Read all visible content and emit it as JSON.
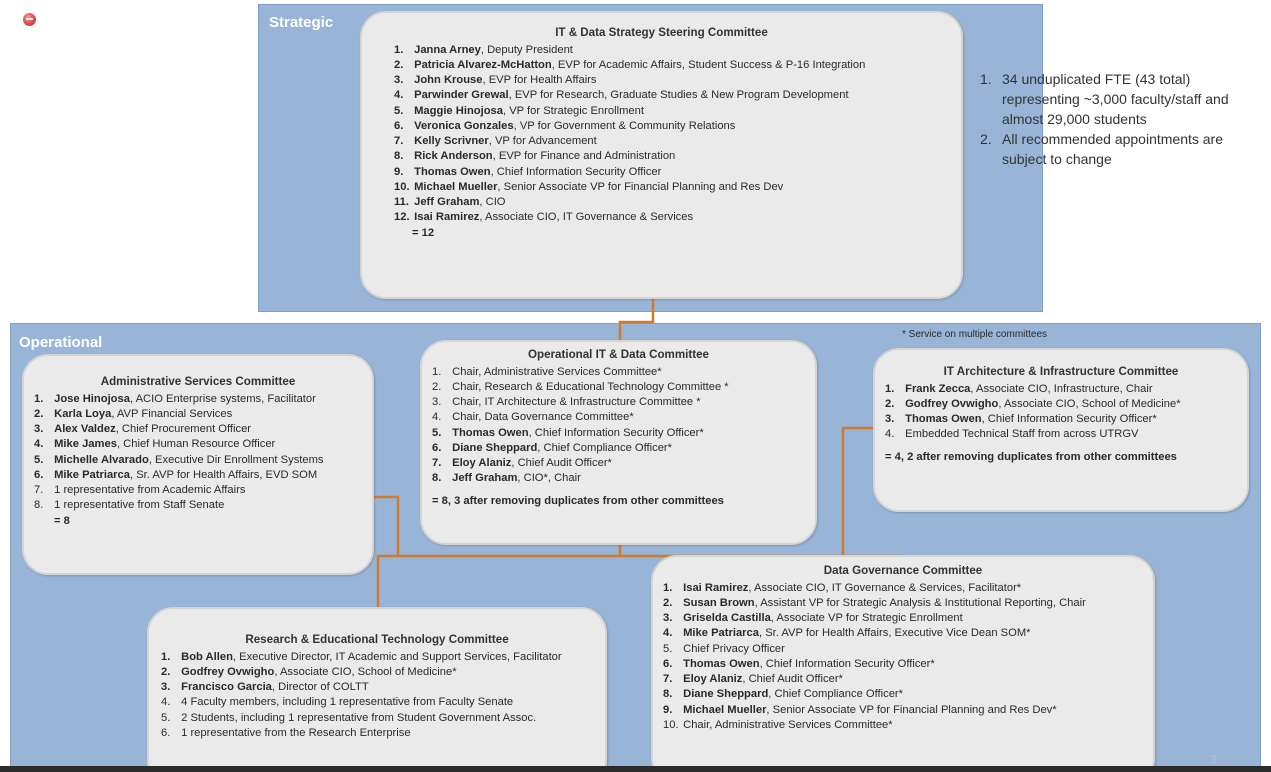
{
  "bands": {
    "strategic": "Strategic",
    "operational": "Operational"
  },
  "steering": {
    "title": "IT & Data Strategy Steering Committee",
    "members": [
      {
        "num": "1.",
        "name": "Janna Arney",
        "role": ", Deputy President",
        "bold": true
      },
      {
        "num": "2.",
        "name": "Patricia Alvarez-McHatton",
        "role": ", EVP for Academic Affairs, Student Success & P-16 Integration",
        "bold": true
      },
      {
        "num": "3.",
        "name": "John Krouse",
        "role": ", EVP for Health Affairs",
        "bold": true
      },
      {
        "num": "4.",
        "name": "Parwinder Grewal",
        "role": ", EVP for Research, Graduate Studies & New Program Development",
        "bold": true
      },
      {
        "num": "5.",
        "name": "Maggie Hinojosa",
        "role": ", VP for Strategic Enrollment",
        "bold": true
      },
      {
        "num": "6.",
        "name": "Veronica Gonzales",
        "role": ", VP for Government & Community Relations",
        "bold": true
      },
      {
        "num": "7.",
        "name": "Kelly Scrivner",
        "role": ", VP for Advancement",
        "bold": true
      },
      {
        "num": "8.",
        "name": "Rick Anderson",
        "role": ", EVP for Finance and Administration",
        "bold": true
      },
      {
        "num": "9.",
        "name": "Thomas Owen",
        "role": ", Chief Information Security Officer",
        "bold": true
      },
      {
        "num": "10.",
        "name": "Michael Mueller",
        "role": ", Senior Associate VP for Financial Planning and Res Dev",
        "bold": true
      },
      {
        "num": "11.",
        "name": "Jeff Graham",
        "role": ", CIO",
        "bold": true
      },
      {
        "num": "12.",
        "name": "Isai Ramirez",
        "role": ", Associate CIO, IT Governance & Services",
        "bold": true
      }
    ],
    "footer": "= 12"
  },
  "notes": [
    {
      "num": "1.",
      "text": "34 unduplicated FTE (43 total) representing ~3,000 faculty/staff and almost 29,000 students"
    },
    {
      "num": "2.",
      "text": "All recommended appointments are subject to change"
    }
  ],
  "multi_committee_note": "* Service on multiple committees",
  "admin": {
    "title": "Administrative Services Committee",
    "members": [
      {
        "num": "1.",
        "name": "Jose Hinojosa",
        "role": ", ACIO Enterprise systems, Facilitator",
        "bold": true
      },
      {
        "num": "2.",
        "name": "Karla Loya",
        "role": ", AVP Financial Services",
        "bold": true
      },
      {
        "num": "3.",
        "name": "Alex Valdez",
        "role": ", Chief Procurement Officer",
        "bold": true
      },
      {
        "num": "4.",
        "name": "Mike James",
        "role": ", Chief Human Resource Officer",
        "bold": true
      },
      {
        "num": "5.",
        "name": "Michelle Alvarado",
        "role": ", Executive Dir Enrollment Systems",
        "bold": true
      },
      {
        "num": "6.",
        "name": "Mike Patriarca",
        "role": ", Sr. AVP for Health Affairs, EVD SOM",
        "bold": true
      },
      {
        "num": "7.",
        "name": "",
        "role": "1 representative from Academic Affairs",
        "bold": false
      },
      {
        "num": "8.",
        "name": "",
        "role": "1 representative from Staff Senate",
        "bold": false
      }
    ],
    "footer": "= 8"
  },
  "opitdata": {
    "title": "Operational IT & Data Committee",
    "members": [
      {
        "num": "1.",
        "name": "",
        "role": "Chair, Administrative Services Committee*",
        "bold": false
      },
      {
        "num": "2.",
        "name": "",
        "role": "Chair, Research & Educational Technology Committee *",
        "bold": false
      },
      {
        "num": "3.",
        "name": "",
        "role": "Chair, IT Architecture & Infrastructure Committee  *",
        "bold": false
      },
      {
        "num": "4.",
        "name": "",
        "role": "Chair, Data Governance Committee*",
        "bold": false
      },
      {
        "num": "5.",
        "name": "Thomas Owen",
        "role": ", Chief Information Security Officer*",
        "bold": true
      },
      {
        "num": "6.",
        "name": "Diane Sheppard",
        "role": ", Chief Compliance Officer*",
        "bold": true
      },
      {
        "num": "7.",
        "name": "Eloy Alaniz",
        "role": ", Chief Audit Officer*",
        "bold": true
      },
      {
        "num": "8.",
        "name": "Jeff Graham",
        "role": ", CIO*, Chair",
        "bold": true
      }
    ],
    "footer": "= 8, 3 after removing duplicates from other committees"
  },
  "itarch": {
    "title": "IT Architecture & Infrastructure Committee",
    "members": [
      {
        "num": "1.",
        "name": "Frank Zecca",
        "role": ", Associate CIO, Infrastructure, Chair",
        "bold": true
      },
      {
        "num": "2.",
        "name": "Godfrey Ovwigho",
        "role": ", Associate CIO, School of Medicine*",
        "bold": true
      },
      {
        "num": "3.",
        "name": "Thomas Owen",
        "role": ", Chief Information Security Officer*",
        "bold": true
      },
      {
        "num": "4.",
        "name": "",
        "role": "Embedded Technical Staff from across UTRGV",
        "bold": false
      }
    ],
    "footer": "= 4, 2 after removing duplicates from other committees"
  },
  "research": {
    "title": "Research & Educational Technology Committee",
    "members": [
      {
        "num": "1.",
        "name": "Bob Allen",
        "role": ", Executive Director, IT Academic and Support Services, Facilitator",
        "bold": true
      },
      {
        "num": "2.",
        "name": "Godfrey Ovwigho",
        "role": ", Associate CIO, School of Medicine*",
        "bold": true
      },
      {
        "num": "3.",
        "name": "Francisco Garcia",
        "role": ", Director of COLTT",
        "bold": true
      },
      {
        "num": "4.",
        "name": "",
        "role": "4 Faculty members, including 1 representative from Faculty Senate",
        "bold": false
      },
      {
        "num": "5.",
        "name": "",
        "role": "2 Students, including 1 representative from Student Government Assoc.",
        "bold": false
      },
      {
        "num": "6.",
        "name": "",
        "role": "1 representative from the Research Enterprise",
        "bold": false
      }
    ]
  },
  "datagov": {
    "title": "Data Governance Committee",
    "members": [
      {
        "num": "1.",
        "name": "Isai Ramirez",
        "role": ", Associate CIO, IT Governance & Services, Facilitator*",
        "bold": true
      },
      {
        "num": "2.",
        "name": "Susan Brown",
        "role": ", Assistant VP for Strategic Analysis & Institutional Reporting, Chair",
        "bold": true
      },
      {
        "num": "3.",
        "name": "Griselda Castilla",
        "role": ", Associate VP for Strategic Enrollment",
        "bold": true
      },
      {
        "num": "4.",
        "name": "Mike Patriarca",
        "role": ", Sr. AVP for Health Affairs, Executive Vice Dean SOM*",
        "bold": true
      },
      {
        "num": "5.",
        "name": "",
        "role": "Chief Privacy Officer",
        "bold": false
      },
      {
        "num": "6.",
        "name": "Thomas Owen",
        "role": ", Chief Information Security Officer*",
        "bold": true
      },
      {
        "num": "7.",
        "name": "Eloy Alaniz",
        "role": ", Chief Audit Officer*",
        "bold": true
      },
      {
        "num": "8.",
        "name": "Diane Sheppard",
        "role": ", Chief Compliance Officer*",
        "bold": true
      },
      {
        "num": "9.",
        "name": "Michael Mueller",
        "role": ", Senior Associate VP for Financial Planning and Res Dev*",
        "bold": true
      },
      {
        "num": "10.",
        "name": "",
        "role": "Chair, Administrative Services Committee*",
        "bold": false
      }
    ]
  },
  "page_number": "3",
  "colors": {
    "band": "#98b4d6",
    "box": "#eaeaea",
    "connector": "#d27a2c"
  }
}
